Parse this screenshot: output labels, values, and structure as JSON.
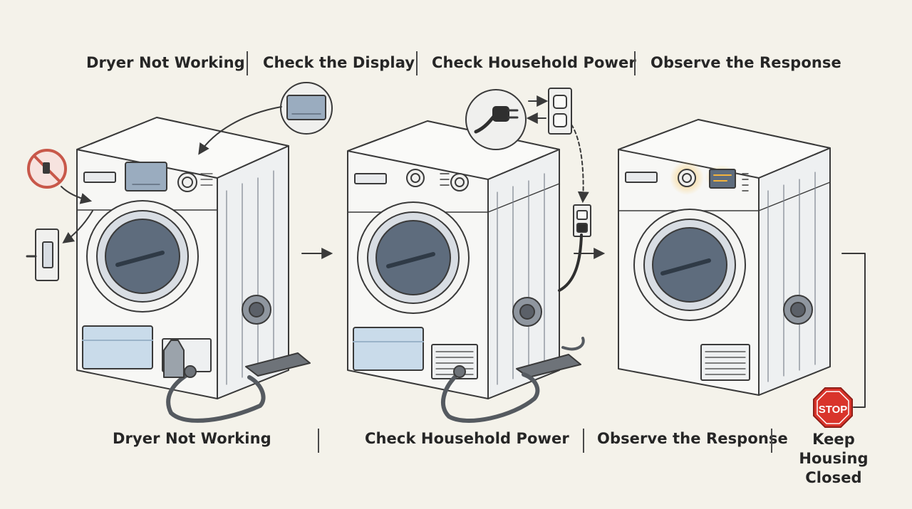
{
  "top_labels": [
    "Dryer Not Working",
    "Check the Display",
    "Check Household Power",
    "Observe the Response"
  ],
  "bottom_labels": [
    "Dryer Not Working",
    "Check Household Power",
    "Observe the Response",
    "Keep Housing Closed"
  ],
  "icons": {
    "stop_sign_text": "STOP"
  },
  "colors": {
    "background": "#f4f2ea",
    "line": "#3a3a3a",
    "machine_body": "#f7f7f5",
    "drum_glass": "#5e6c7d",
    "water_tank": "#c9dbea",
    "prohibit_red": "#c8584a",
    "stop_red": "#d9342b",
    "glow_amber": "#f2b33d"
  }
}
